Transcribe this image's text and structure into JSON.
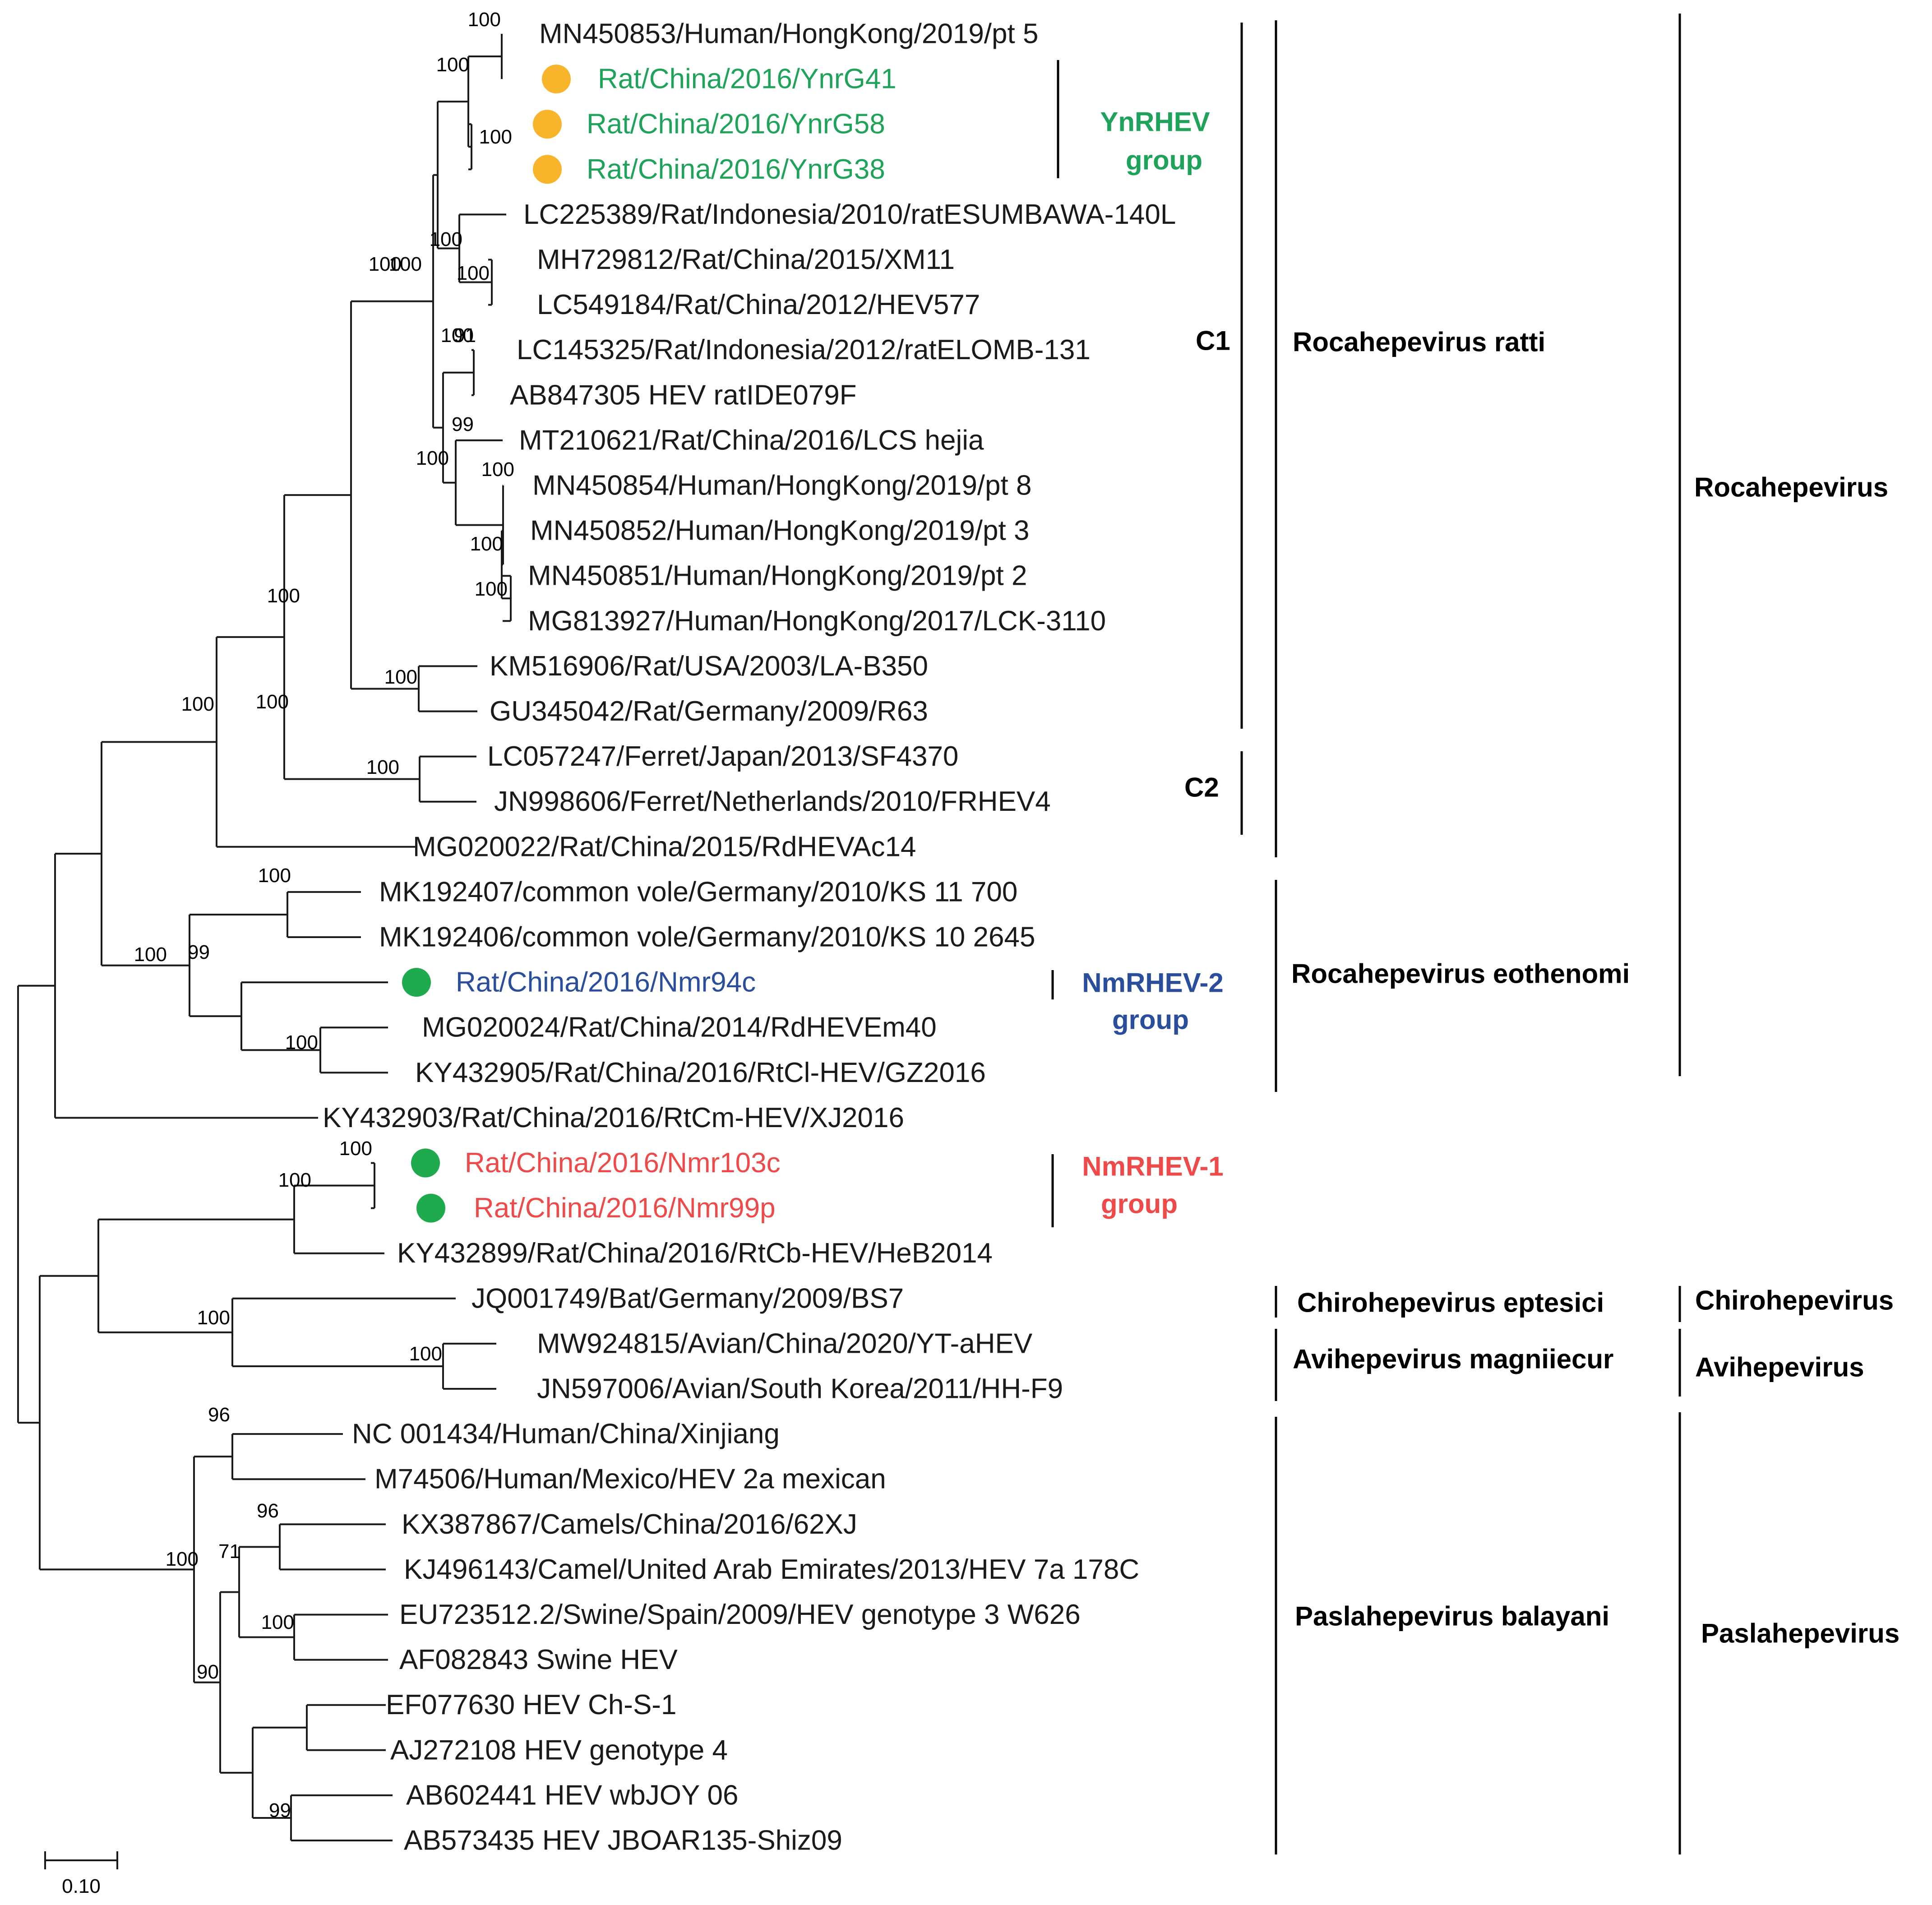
{
  "colors": {
    "line": "#1a1a1a",
    "ynrhev": "#1fa35a",
    "nmrhev2": "#2a4d9c",
    "nmrhev1": "#ef4a4a",
    "marker_orange": "#f8b52c",
    "marker_green": "#1faa4e"
  },
  "taxa": [
    {
      "label": "MN450853/Human/HongKong/2019/pt 5"
    },
    {
      "label": "Rat/China/2016/YnrG41",
      "color": "ynrhev",
      "marker": "marker_orange"
    },
    {
      "label": "Rat/China/2016/YnrG58",
      "color": "ynrhev",
      "marker": "marker_orange"
    },
    {
      "label": "Rat/China/2016/YnrG38",
      "color": "ynrhev",
      "marker": "marker_orange"
    },
    {
      "label": "LC225389/Rat/Indonesia/2010/ratESUMBAWA-140L"
    },
    {
      "label": "MH729812/Rat/China/2015/XM11"
    },
    {
      "label": "LC549184/Rat/China/2012/HEV577"
    },
    {
      "label": "LC145325/Rat/Indonesia/2012/ratELOMB-131"
    },
    {
      "label": "AB847305 HEV ratIDE079F"
    },
    {
      "label": "MT210621/Rat/China/2016/LCS hejia"
    },
    {
      "label": "MN450854/Human/HongKong/2019/pt 8"
    },
    {
      "label": "MN450852/Human/HongKong/2019/pt 3"
    },
    {
      "label": "MN450851/Human/HongKong/2019/pt 2"
    },
    {
      "label": "MG813927/Human/HongKong/2017/LCK-3110"
    },
    {
      "label": "KM516906/Rat/USA/2003/LA-B350"
    },
    {
      "label": "GU345042/Rat/Germany/2009/R63"
    },
    {
      "label": "LC057247/Ferret/Japan/2013/SF4370"
    },
    {
      "label": "JN998606/Ferret/Netherlands/2010/FRHEV4"
    },
    {
      "label": "MG020022/Rat/China/2015/RdHEVAc14"
    },
    {
      "label": "MK192407/common vole/Germany/2010/KS 11 700"
    },
    {
      "label": "MK192406/common vole/Germany/2010/KS 10 2645"
    },
    {
      "label": "Rat/China/2016/Nmr94c",
      "color": "nmrhev2",
      "marker": "marker_green"
    },
    {
      "label": "MG020024/Rat/China/2014/RdHEVEm40"
    },
    {
      "label": "KY432905/Rat/China/2016/RtCl-HEV/GZ2016"
    },
    {
      "label": "KY432903/Rat/China/2016/RtCm-HEV/XJ2016"
    },
    {
      "label": "Rat/China/2016/Nmr103c",
      "color": "nmrhev1",
      "marker": "marker_green"
    },
    {
      "label": "Rat/China/2016/Nmr99p",
      "color": "nmrhev1",
      "marker": "marker_green"
    },
    {
      "label": "KY432899/Rat/China/2016/RtCb-HEV/HeB2014"
    },
    {
      "label": "JQ001749/Bat/Germany/2009/BS7"
    },
    {
      "label": "MW924815/Avian/China/2020/YT-aHEV"
    },
    {
      "label": "JN597006/Avian/South Korea/2011/HH-F9"
    },
    {
      "label": "NC 001434/Human/China/Xinjiang"
    },
    {
      "label": "M74506/Human/Mexico/HEV 2a mexican"
    },
    {
      "label": "KX387867/Camels/China/2016/62XJ"
    },
    {
      "label": "KJ496143/Camel/United Arab Emirates/2013/HEV 7a 178C"
    },
    {
      "label": "EU723512.2/Swine/Spain/2009/HEV genotype 3 W626"
    },
    {
      "label": "AF082843 Swine HEV"
    },
    {
      "label": "EF077630 HEV Ch-S-1"
    },
    {
      "label": "AJ272108 HEV genotype 4"
    },
    {
      "label": "AB602441 HEV wbJOY 06"
    },
    {
      "label": "AB573435 HEV JBOAR135-Shiz09"
    }
  ],
  "bootstrap": [
    "100",
    "100",
    "100",
    "100",
    "100",
    "100",
    "100",
    "91",
    "99",
    "100",
    "100",
    "100",
    "100",
    "100",
    "100",
    "100",
    "100",
    "100",
    "100",
    "99",
    "100",
    "100",
    "100",
    "100",
    "100",
    "96",
    "100",
    "96",
    "71",
    "100",
    "90",
    "100",
    "100",
    "99"
  ],
  "groups": {
    "ynrhev": {
      "line1": "YnRHEV",
      "line2": "group"
    },
    "nmrhev2": {
      "line1": "NmRHEV-2",
      "line2": "group"
    },
    "nmrhev1": {
      "line1": "NmRHEV-1",
      "line2": "group"
    },
    "c1": "C1",
    "c2": "C2"
  },
  "species": {
    "ratti": "Rocahepevirus ratti",
    "eothenomi": "Rocahepevirus eothenomi",
    "eptesici": "Chirohepevirus eptesici",
    "magniiecur": "Avihepevirus magniiecur",
    "balayani": "Paslahepevirus balayani"
  },
  "genera": {
    "rocahepevirus": "Rocahepevirus",
    "chirohepevirus": "Chirohepevirus",
    "avihepevirus": "Avihepevirus",
    "paslahepevirus": "Paslahepevirus"
  },
  "scale": {
    "label": "0.10"
  }
}
